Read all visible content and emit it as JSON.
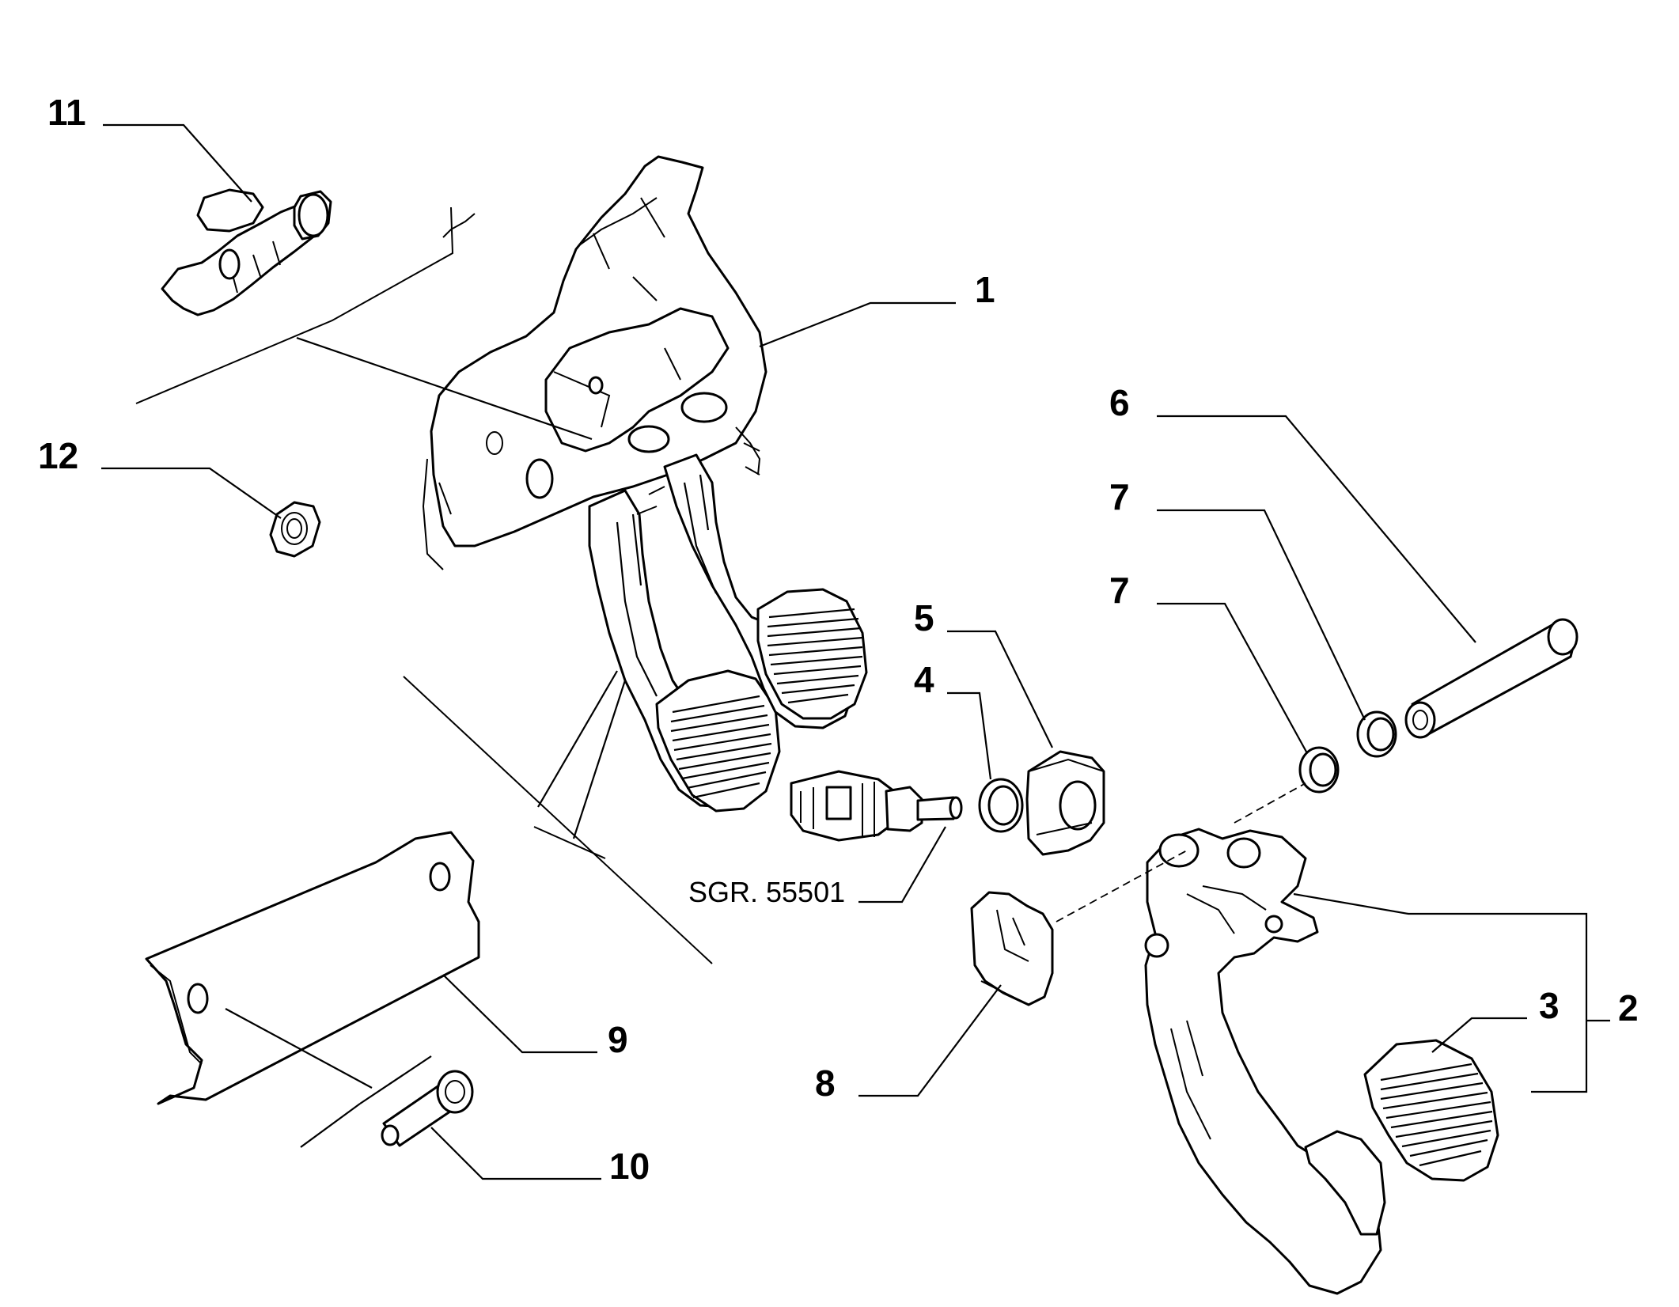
{
  "diagram": {
    "callouts": {
      "c1": "1",
      "c2": "2",
      "c3": "3",
      "c4": "4",
      "c5": "5",
      "c6": "6",
      "c7a": "7",
      "c7b": "7",
      "c8": "8",
      "c9": "9",
      "c10": "10",
      "c11": "11",
      "c12": "12"
    },
    "reference": "SGR. 55501"
  }
}
